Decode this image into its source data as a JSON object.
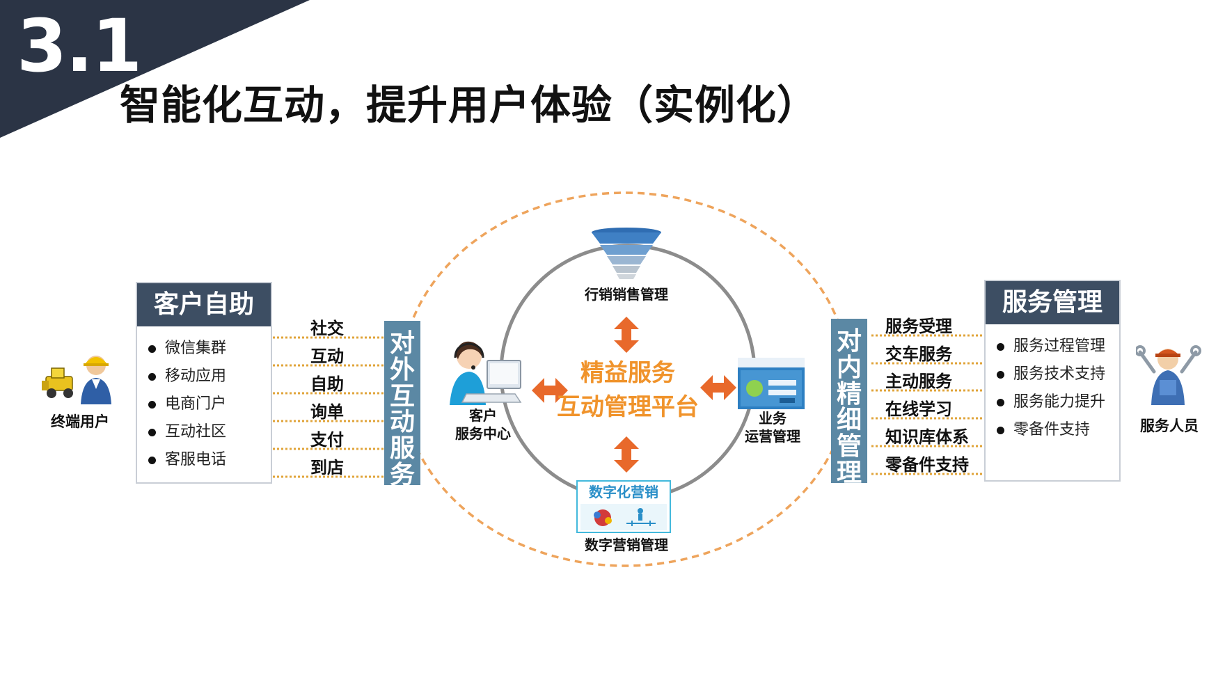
{
  "header": {
    "section_number": "3.1",
    "title": "智能化互动，提升用户体验（实例化）"
  },
  "colors": {
    "corner_dark": "#2b3445",
    "box_header": "#3d4e63",
    "vertical_bar": "#5b88a4",
    "accent_orange": "#f0932b",
    "arrow_orange": "#e8692b",
    "dashed_ellipse": "#eea45c",
    "inner_ring": "#8c8c8c"
  },
  "left": {
    "end_user_label": "终端用户",
    "end_user_icon": "worker-with-bulldozer-icon",
    "self_service": {
      "title": "客户自助",
      "items": [
        "微信集群",
        "移动应用",
        "电商门户",
        "互动社区",
        "客服电话"
      ]
    },
    "channels": [
      "社交",
      "互动",
      "自助",
      "询单",
      "支付",
      "到店"
    ],
    "external_bar": "对外互动服务"
  },
  "center": {
    "platform_line1": "精益服务",
    "platform_line2": "互动管理平台",
    "top_node": {
      "label": "行销销售管理",
      "icon": "sales-funnel-icon"
    },
    "left_node": {
      "line1": "客户",
      "line2": "服务中心",
      "icon": "customer-service-agent-icon"
    },
    "right_node": {
      "line1": "业务",
      "line2": "运营管理",
      "icon": "operations-software-window-icon"
    },
    "bottom_node": {
      "label": "数字营销管理",
      "card_title": "数字化营销",
      "icon": "digital-marketing-icon"
    }
  },
  "right": {
    "internal_bar": "对内精细管理",
    "management_items": [
      "服务受理",
      "交车服务",
      "主动服务",
      "在线学习",
      "知识库体系",
      "零备件支持"
    ],
    "service_mgmt": {
      "title": "服务管理",
      "items": [
        "服务过程管理",
        "服务技术支持",
        "服务能力提升",
        "零备件支持"
      ]
    },
    "service_staff_label": "服务人员",
    "service_staff_icon": "mechanic-with-wrenches-icon"
  }
}
